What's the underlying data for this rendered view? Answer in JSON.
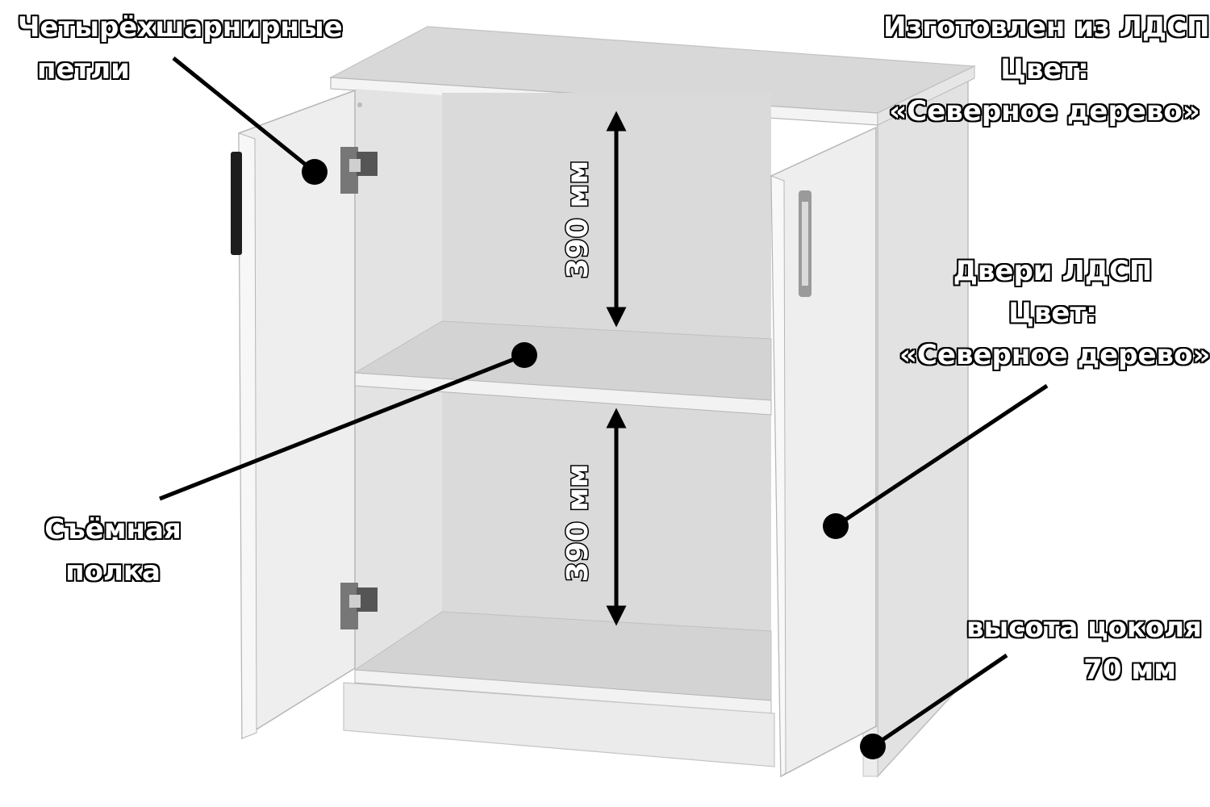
{
  "labels": {
    "hinges": [
      "Четырёхшарнирные",
      "петли"
    ],
    "material": [
      "Изготовлен из ЛДСП",
      "Цвет:",
      "«Северное дерево»"
    ],
    "doors": [
      "Двери ЛДСП",
      "Цвет:",
      "«Северное дерево»"
    ],
    "shelf": [
      "Съёмная",
      "полка"
    ],
    "plinth": [
      "высота цоколя",
      "70 мм"
    ]
  },
  "dimensions": {
    "upper": "390 мм",
    "lower": "390 мм"
  }
}
